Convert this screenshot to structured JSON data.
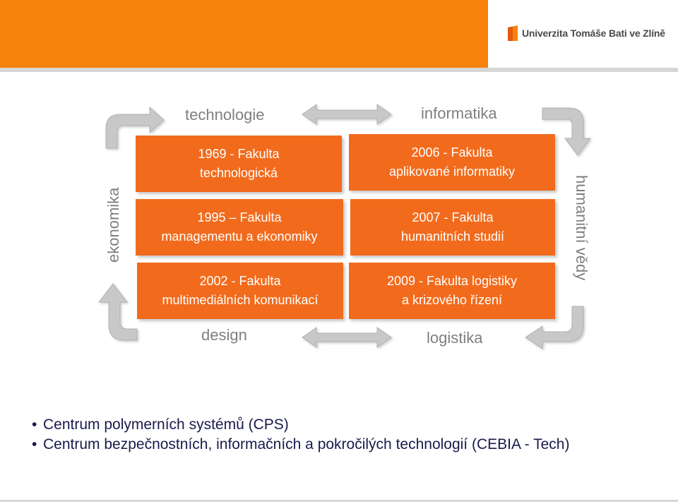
{
  "header": {
    "logo_text": "Univerzita Tomáše Bati ve Zlíně",
    "brand_color": "#f7820d"
  },
  "diagram": {
    "axes": {
      "top_left": "technologie",
      "top_right": "informatika",
      "bottom_left": "design",
      "bottom_right": "logistika",
      "left": "ekonomika",
      "right": "humanitní vědy"
    },
    "boxes": [
      {
        "text": "1969 - Fakulta\ntechnologická"
      },
      {
        "text": "2006 - Fakulta\naplikované informatiky"
      },
      {
        "text": "1995 – Fakulta\nmanagementu a ekonomiky"
      },
      {
        "text": "2007 - Fakulta\nhumanitních studií"
      },
      {
        "text": "2002 - Fakulta\nmultimediálních komunikací"
      },
      {
        "text": "2009 - Fakulta logistiky\na krizového řízení"
      }
    ],
    "box_color": "#f26b1d",
    "arrow_color": "#c8c8c8"
  },
  "bullets": [
    {
      "text": "Centrum polymerních systémů (CPS)"
    },
    {
      "text": "Centrum bezpečnostních, informačních a pokročilých technologií (CEBIA - Tech)"
    }
  ]
}
